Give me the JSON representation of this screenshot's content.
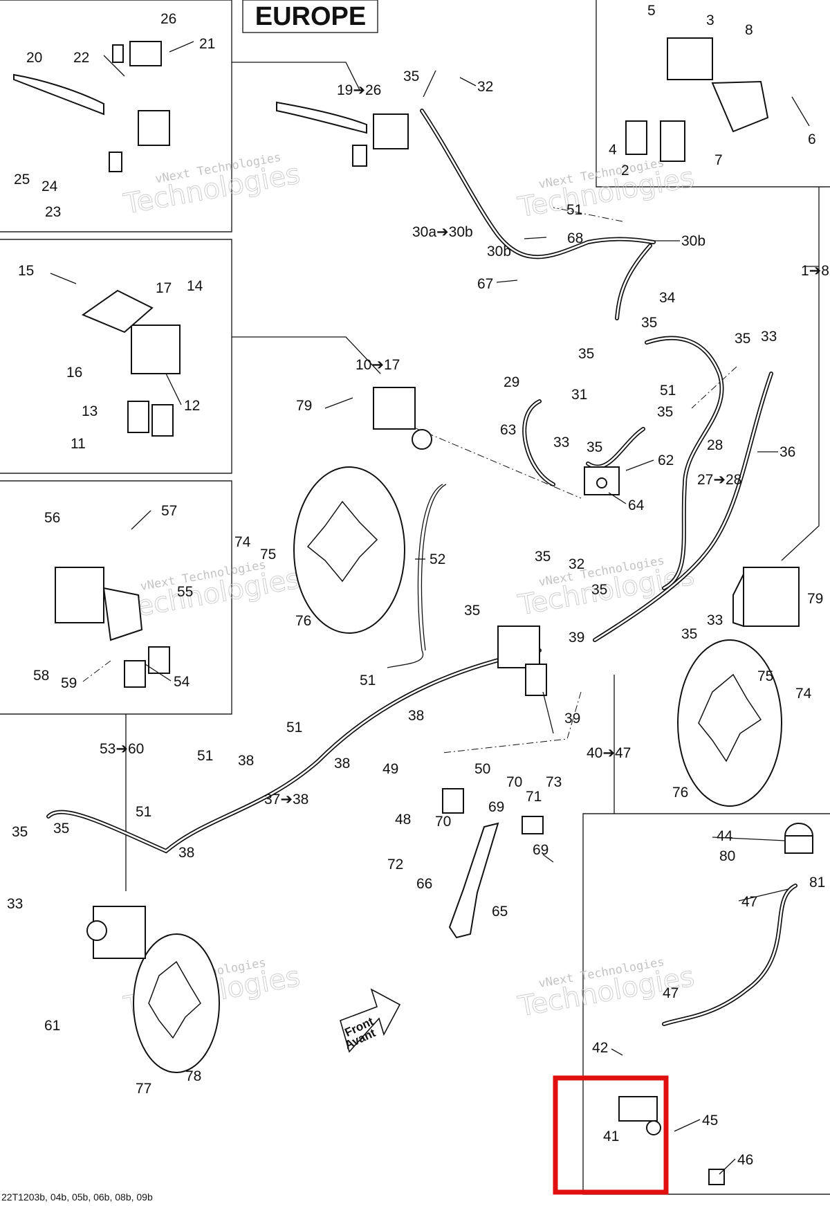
{
  "title": "EUROPE",
  "reference_code": "22T1203b, 04b, 05b, 06b, 08b, 09b",
  "watermark": {
    "line1": "vNext Technologies",
    "line2": "Technologies"
  },
  "front_arrow": {
    "line1": "Front",
    "line2": "Avant"
  },
  "highlight_color": "#e01010",
  "labels": {
    "l2": "2",
    "l3": "3",
    "l4": "4",
    "l5": "5",
    "l6": "6",
    "l7": "7",
    "l8": "8",
    "l11": "11",
    "l12": "12",
    "l13": "13",
    "l14": "14",
    "l15": "15",
    "l16": "16",
    "l17": "17",
    "l18": "1➔8",
    "l10_17": "10➔17",
    "l19_26": "19➔26",
    "l20": "20",
    "l21": "21",
    "l22": "22",
    "l23": "23",
    "l24": "24",
    "l25": "25",
    "l26": "26",
    "l27_28": "27➔28",
    "l28": "28",
    "l29": "29",
    "l30a_30b": "30a➔30b",
    "l30b_a": "30b",
    "l30b_b": "30b",
    "l31": "31",
    "l32a": "32",
    "l32b": "32",
    "l33a": "33",
    "l33b": "33",
    "l33c": "33",
    "l33d": "33",
    "l34": "34",
    "l35a": "35",
    "l35b": "35",
    "l35c": "35",
    "l35d": "35",
    "l35e": "35",
    "l35f": "35",
    "l35g": "35",
    "l35h": "35",
    "l35i": "35",
    "l35j": "35",
    "l35k": "35",
    "l35l": "35",
    "l36": "36",
    "l37_38": "37➔38",
    "l38a": "38",
    "l38b": "38",
    "l38c": "38",
    "l38d": "38",
    "l39a": "39",
    "l39b": "39",
    "l40_47": "40➔47",
    "l41": "41",
    "l42": "42",
    "l44": "44",
    "l45": "45",
    "l46": "46",
    "l47a": "47",
    "l47b": "47",
    "l48": "48",
    "l49": "49",
    "l50": "50",
    "l51a": "51",
    "l51b": "51",
    "l51c": "51",
    "l51d": "51",
    "l51e": "51",
    "l51f": "51",
    "l52": "52",
    "l53_60": "53➔60",
    "l54": "54",
    "l55": "55",
    "l56": "56",
    "l57": "57",
    "l58": "58",
    "l59": "59",
    "l61": "61",
    "l62": "62",
    "l63": "63",
    "l64": "64",
    "l65": "65",
    "l66": "66",
    "l67": "67",
    "l68": "68",
    "l69a": "69",
    "l69b": "69",
    "l70a": "70",
    "l70b": "70",
    "l71": "71",
    "l72": "72",
    "l73": "73",
    "l74a": "74",
    "l74b": "74",
    "l75a": "75",
    "l75b": "75",
    "l76a": "76",
    "l76b": "76",
    "l77": "77",
    "l78": "78",
    "l79a": "79",
    "l79b": "79",
    "l80": "80",
    "l81": "81"
  }
}
